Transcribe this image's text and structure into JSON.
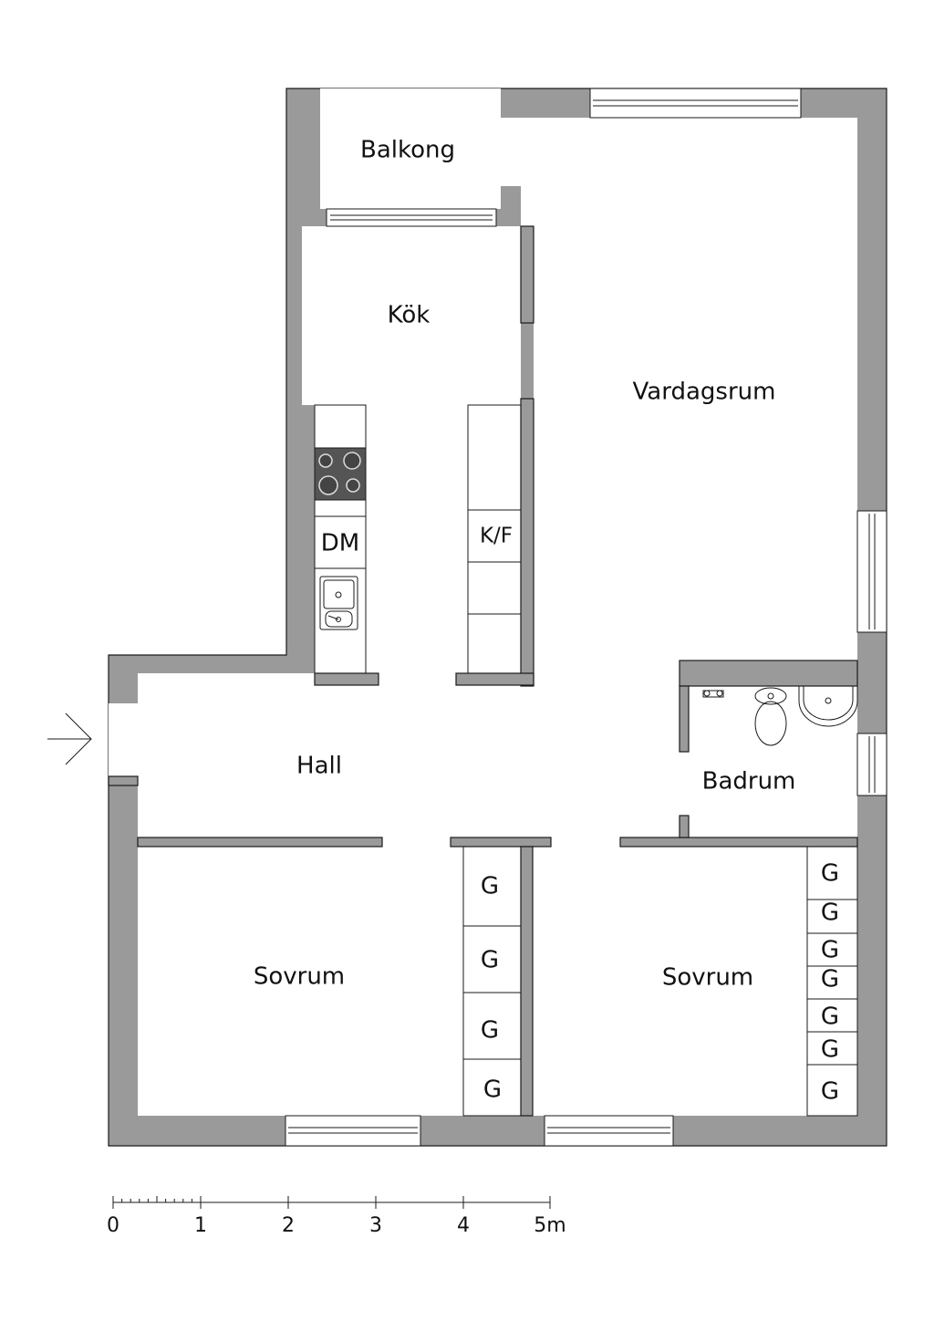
{
  "rooms": {
    "balkong": "Balkong",
    "kok": "Kök",
    "vardagsrum": "Vardagsrum",
    "hall": "Hall",
    "badrum": "Badrum",
    "sovrum_left": "Sovrum",
    "sovrum_right": "Sovrum"
  },
  "fixtures": {
    "dishwasher": "DM",
    "fridge_freezer": "K/F",
    "wardrobe": "G"
  },
  "scale": {
    "ticks": [
      "0",
      "1",
      "2",
      "3",
      "4",
      "5m"
    ]
  },
  "colors": {
    "wall": "#9a9a9a",
    "stove": "#555555"
  }
}
